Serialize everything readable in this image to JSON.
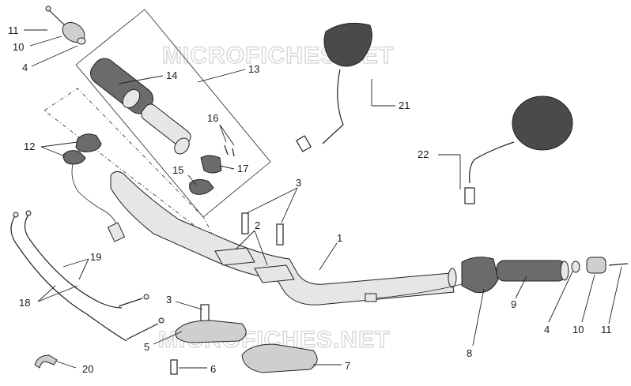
{
  "watermarks": [
    "MICROFICHES.NET",
    "MICROFICHES.NET"
  ],
  "callouts": [
    {
      "id": "c11a",
      "text": "11"
    },
    {
      "id": "c10a",
      "text": "10"
    },
    {
      "id": "c4a",
      "text": "4"
    },
    {
      "id": "c14",
      "text": "14"
    },
    {
      "id": "c13",
      "text": "13"
    },
    {
      "id": "c21",
      "text": "21"
    },
    {
      "id": "c16",
      "text": "16"
    },
    {
      "id": "c12",
      "text": "12"
    },
    {
      "id": "c17",
      "text": "17"
    },
    {
      "id": "c15",
      "text": "15"
    },
    {
      "id": "c22",
      "text": "22"
    },
    {
      "id": "c3a",
      "text": "3"
    },
    {
      "id": "c2",
      "text": "2"
    },
    {
      "id": "c1",
      "text": "1"
    },
    {
      "id": "c19",
      "text": "19"
    },
    {
      "id": "c18",
      "text": "18"
    },
    {
      "id": "c3b",
      "text": "3"
    },
    {
      "id": "c5",
      "text": "5"
    },
    {
      "id": "c6",
      "text": "6"
    },
    {
      "id": "c7",
      "text": "7"
    },
    {
      "id": "c20",
      "text": "20"
    },
    {
      "id": "c9",
      "text": "9"
    },
    {
      "id": "c4b",
      "text": "4"
    },
    {
      "id": "c10b",
      "text": "10"
    },
    {
      "id": "c11b",
      "text": "11"
    },
    {
      "id": "c8",
      "text": "8"
    }
  ]
}
